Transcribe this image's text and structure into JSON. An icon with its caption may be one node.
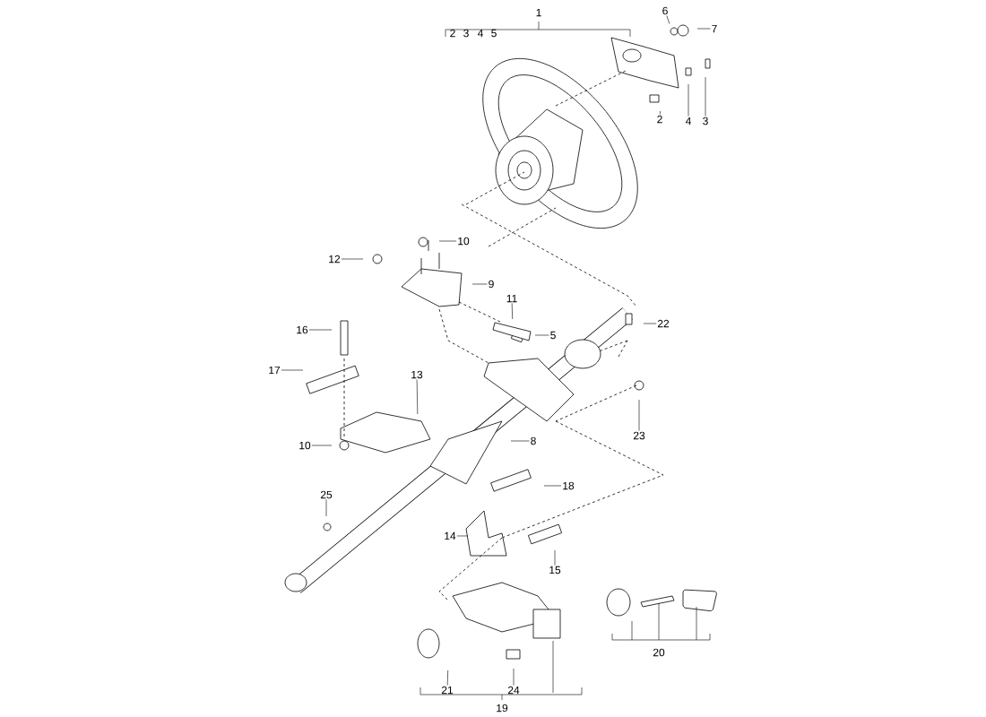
{
  "diagram": {
    "nodes": [
      {
        "text": [
          "6"
        ]
      },
      {
        "text": [
          "7"
        ]
      },
      {
        "text": [
          "2"
        ]
      },
      {
        "text": [
          "4"
        ]
      },
      {
        "text": [
          "3"
        ]
      },
      {
        "text": [
          "5"
        ]
      },
      {
        "text": [
          "10"
        ]
      },
      {
        "text": [
          "12"
        ]
      },
      {
        "text": [
          "9"
        ]
      },
      {
        "text": [
          "11"
        ]
      },
      {
        "text": [
          "22"
        ]
      },
      {
        "text": [
          "16"
        ]
      },
      {
        "text": [
          "17"
        ]
      },
      {
        "text": [
          "13"
        ]
      },
      {
        "text": [
          "23"
        ]
      },
      {
        "text": [
          "8"
        ]
      },
      {
        "text": [
          "10"
        ]
      },
      {
        "text": [
          "18"
        ]
      },
      {
        "text": [
          "25"
        ]
      },
      {
        "text": [
          "14"
        ]
      },
      {
        "text": [
          "15"
        ]
      },
      {
        "text": [
          "21"
        ]
      },
      {
        "text": [
          "24"
        ]
      }
    ],
    "edges": [
      {
        "from": 0,
        "to": null,
        "arrow": "none"
      },
      {
        "from": 1,
        "to": null,
        "arrow": "none"
      },
      {
        "from": 2,
        "to": null,
        "arrow": "none"
      },
      {
        "from": 3,
        "to": null,
        "arrow": "none"
      },
      {
        "from": 4,
        "to": null,
        "arrow": "none"
      },
      {
        "from": 5,
        "to": null,
        "arrow": "none"
      },
      {
        "from": 6,
        "to": null,
        "arrow": "none"
      },
      {
        "from": 7,
        "to": null,
        "arrow": "none"
      },
      {
        "from": 8,
        "to": null,
        "arrow": "none"
      },
      {
        "from": 9,
        "to": null,
        "arrow": "none"
      },
      {
        "from": 10,
        "to": null,
        "arrow": "none"
      },
      {
        "from": 11,
        "to": null,
        "arrow": "none"
      },
      {
        "from": 12,
        "to": null,
        "arrow": "none"
      },
      {
        "from": 13,
        "to": null,
        "arrow": "none"
      },
      {
        "from": 14,
        "to": null,
        "arrow": "none"
      },
      {
        "from": 15,
        "to": null,
        "arrow": "none"
      },
      {
        "from": 16,
        "to": null,
        "arrow": "none"
      },
      {
        "from": 17,
        "to": null,
        "arrow": "none"
      },
      {
        "from": 18,
        "to": null,
        "arrow": "none"
      },
      {
        "from": 19,
        "to": null,
        "arrow": "none"
      },
      {
        "from": 20,
        "to": null,
        "arrow": "none"
      },
      {
        "from": 21,
        "to": null,
        "arrow": "none"
      },
      {
        "from": 22,
        "to": null,
        "arrow": "none"
      }
    ],
    "labels": [
      "1",
      "2",
      "3",
      "4",
      "5",
      "20",
      "19"
    ]
  }
}
